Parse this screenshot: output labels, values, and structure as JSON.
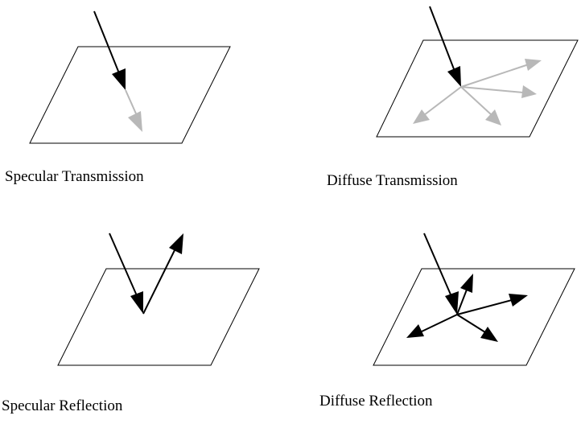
{
  "panels": [
    {
      "caption": "Specular Transmission"
    },
    {
      "caption": "Diffuse Transmission"
    },
    {
      "caption": "Specular Reflection"
    },
    {
      "caption": "Diffuse Reflection"
    }
  ],
  "colors": {
    "incident_ray": "#000000",
    "transmitted_ray": "#b8b8b8",
    "reflected_ray": "#000000",
    "plane_outline": "#000000",
    "background": "#ffffff"
  }
}
